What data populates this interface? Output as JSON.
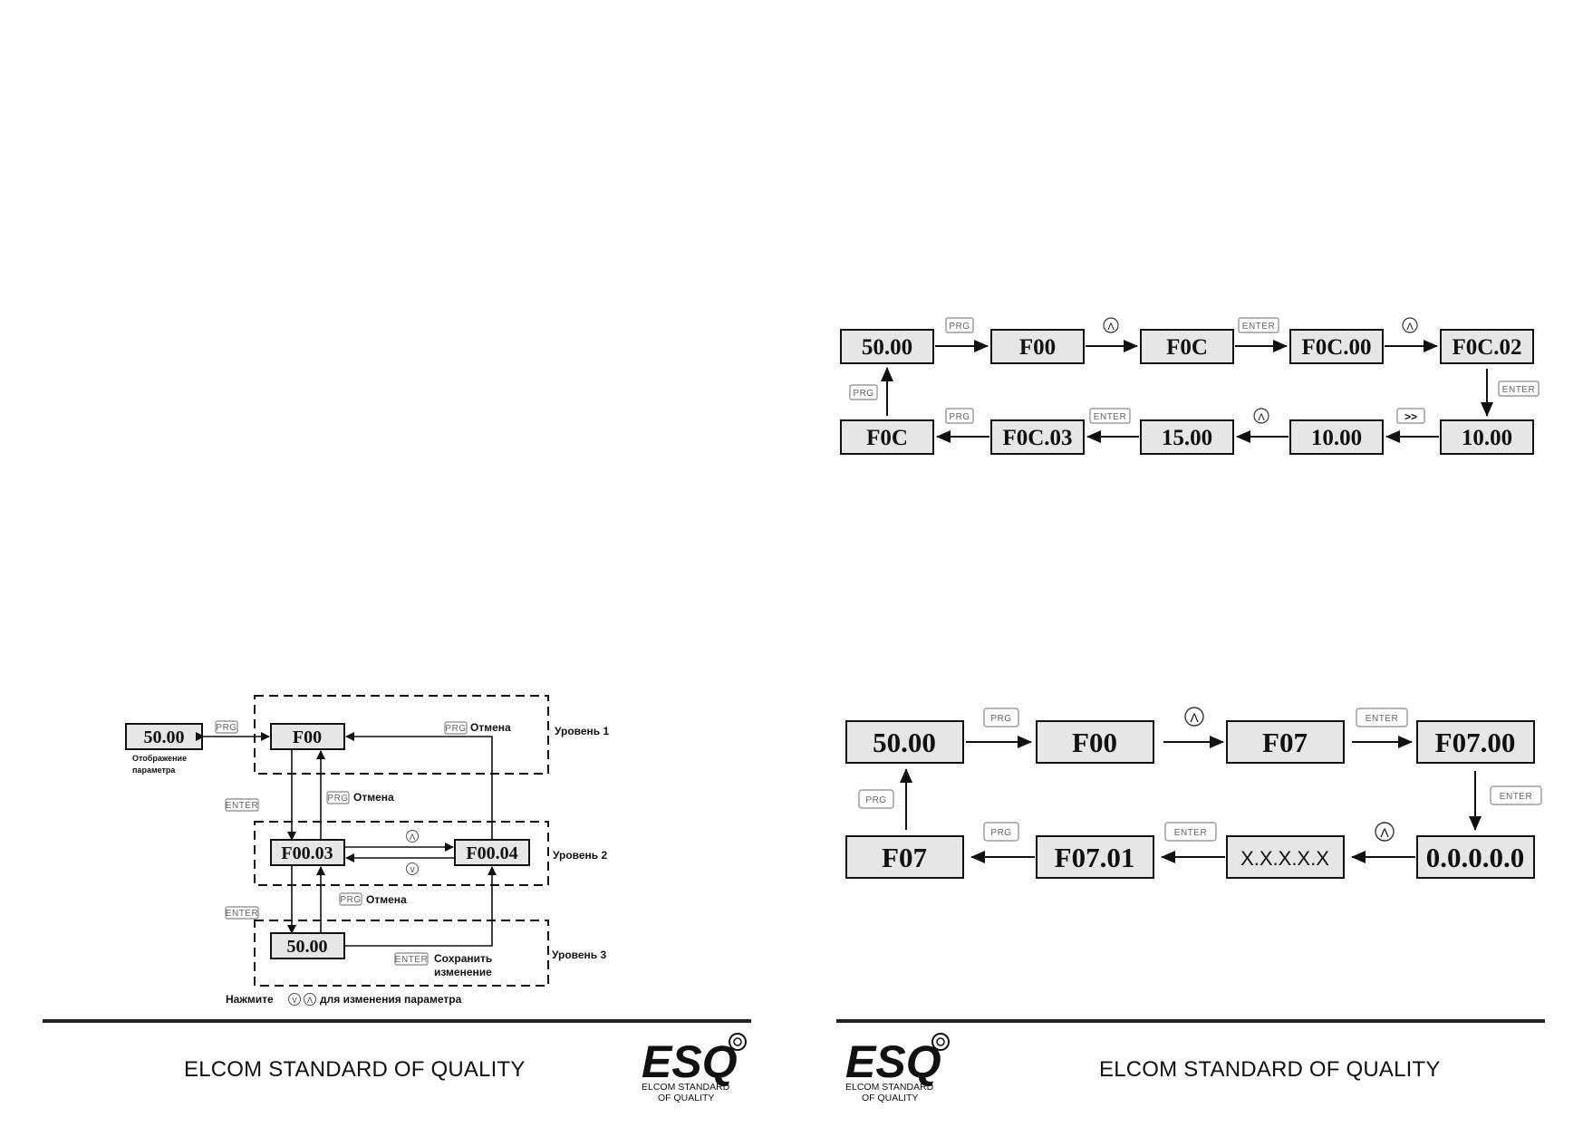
{
  "left_diagram": {
    "display_value": "50.00",
    "display_caption_line1": "Отображение",
    "display_caption_line2": "параметра",
    "level1_display": "F00",
    "level2_left_display": "F00.03",
    "level2_right_display": "F00.04",
    "level3_display": "50.00",
    "level1_label": "Уровень 1",
    "level2_label": "Уровень 2",
    "level3_label": "Уровень 3",
    "cancel_label": "Отмена",
    "save_label_line1": "Сохранить",
    "save_label_line2": "изменение",
    "instruction_prefix": "Нажмите",
    "instruction_suffix": "для изменения параметра",
    "keys": {
      "prg": "PRG",
      "enter": "ENTER",
      "up": "Λ",
      "down": "V",
      "shift": ">>"
    }
  },
  "top_right_diagram": {
    "row1": [
      "50.00",
      "F00",
      "F0C",
      "F0C.00",
      "F0C.02"
    ],
    "row2": [
      "F0C",
      "F0C.03",
      "15.00",
      "10.00",
      "10.00"
    ]
  },
  "bottom_right_diagram": {
    "row1": [
      "50.00",
      "F00",
      "F07",
      "F07.00"
    ],
    "row2": [
      "F07",
      "F07.01",
      "X.X.X.X.X",
      "0.0.0.0.0"
    ]
  },
  "footer": {
    "tagline": "ELCOM STANDARD OF QUALITY",
    "logo_text": "ESQ",
    "logo_sub_line1": "ELCOM STANDARD",
    "logo_sub_line2": "OF QUALITY"
  }
}
